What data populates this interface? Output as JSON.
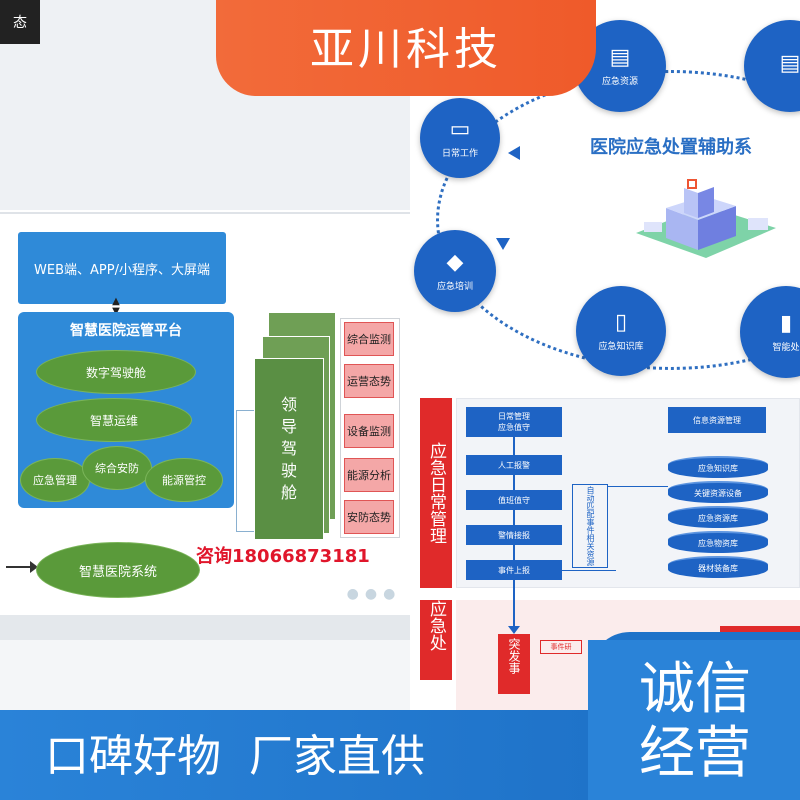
{
  "banner": {
    "title": "亚川科技"
  },
  "corner": {
    "text": "态"
  },
  "left": {
    "platform_bar": "WEB端、APP/小程序、大屏端",
    "platform_title": "智慧医院运管平台",
    "modules": [
      "数字驾驶舱",
      "智慧运维",
      "应急管理",
      "综合安防",
      "能源管控"
    ],
    "cockpit": "领导驾驶舱",
    "labels": [
      "综合监测",
      "运营态势",
      "设备监测",
      "能源分析",
      "安防态势"
    ],
    "hospital_system": "智慧医院系统",
    "consult": "咨询18066873181",
    "dots": "●●●"
  },
  "right_top": {
    "title": "医院应急处置辅助系",
    "circles": {
      "resource": "应急资源",
      "daily": "日常工作",
      "training": "应急培训",
      "knowledge": "应急知识库",
      "smart": "智能处"
    },
    "icons": {
      "resource": "clipboard-icon",
      "daily": "monitor-icon",
      "training": "graduation-cap-icon",
      "knowledge": "book-icon",
      "top_right": "clipboard-icon",
      "smart": "chart-icon"
    }
  },
  "right_bottom": {
    "daily_band": "应急日常管理",
    "disposal_band": "应急处",
    "flow_head": [
      "日常管理",
      "应急值守"
    ],
    "flow_steps": [
      "人工报警",
      "值班值守",
      "警情接报",
      "事件上报"
    ],
    "auto_box": "自动匹配事件相关资源",
    "info_head": "信息资源管理",
    "info_items": [
      "应急知识库",
      "关键资源设备",
      "应急资源库",
      "应急物资库",
      "器材装备库"
    ],
    "sudden": "突发事",
    "event_tag": "事件研"
  },
  "slogan": "口碑好物  厂家直供",
  "badge": [
    "诚信",
    "经营"
  ],
  "colors": {
    "orange": "#f26b3a",
    "blue": "#2a83d8",
    "green": "#5a9a3a",
    "red": "#e02a2a"
  }
}
